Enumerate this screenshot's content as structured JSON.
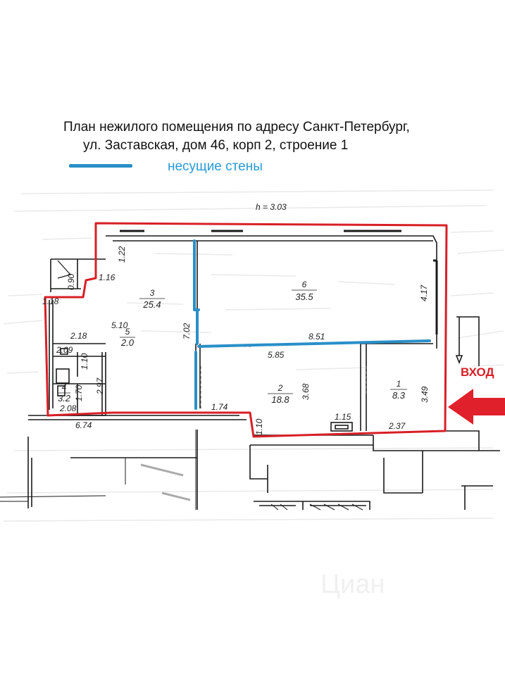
{
  "title": {
    "line1": "План нежилого помещения по адресу  Санкт-Петербург,",
    "line2": "ул. Заставская, дом 46, корп 2, строение 1"
  },
  "legend": {
    "label": "несущие стены",
    "color": "#2a8fc8"
  },
  "height_label": "h = 3.03",
  "entrance_label": "ВХОД",
  "colors": {
    "boundary": "#d81f26",
    "load_bearing": "#2a8fc8",
    "arrow": "#e0202a",
    "walls": "#1a1a1a"
  },
  "rooms": [
    {
      "num": "3",
      "area": "25.4"
    },
    {
      "num": "6",
      "area": "35.5"
    },
    {
      "num": "5",
      "area": "2.0"
    },
    {
      "num": "4",
      "area": "3.2"
    },
    {
      "num": "2",
      "area": "18.8"
    },
    {
      "num": "1",
      "area": "8.3"
    }
  ],
  "dimensions": [
    "1.22",
    "0.90",
    "1.16",
    "1.18",
    "7.02",
    "4.17",
    "5.10",
    "8.51",
    "2.18",
    "2.09",
    "1.10",
    "1.70",
    "2.97",
    "5.85",
    "3.68",
    "3.49",
    "2.08",
    "1.74",
    "1.15",
    "1.10",
    "6.74",
    "2.37"
  ],
  "watermark": "Циан"
}
